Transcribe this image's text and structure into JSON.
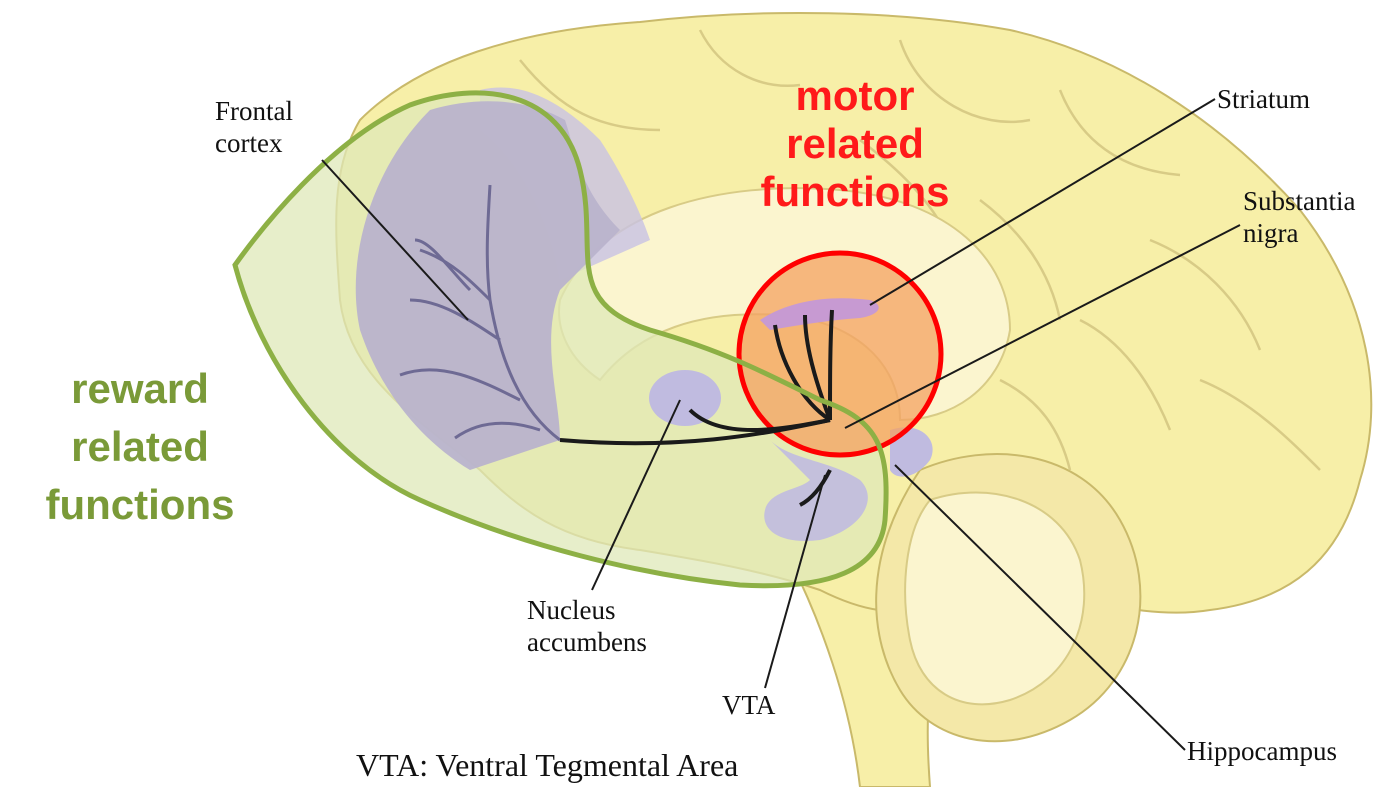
{
  "labels": {
    "frontal_cortex": [
      "Frontal",
      "cortex"
    ],
    "striatum": "Striatum",
    "substantia_nigra": [
      "Substantia",
      "nigra"
    ],
    "nucleus_accumbens": [
      "Nucleus",
      "accumbens"
    ],
    "vta": "VTA",
    "hippocampus": "Hippocampus"
  },
  "callouts": {
    "motor": [
      "motor",
      "related",
      "functions"
    ],
    "reward": [
      "reward",
      "related",
      "functions"
    ]
  },
  "caption": "VTA: Ventral Tegmental Area",
  "colors": {
    "brain": "#f7efa8",
    "brain_outline": "#c9b96a",
    "frontal": "#b9b3cc",
    "limbic": "#c8c2e4",
    "motor_circle": "#ff0000",
    "motor_fill": "#f4a261",
    "reward_outline": "#8db045",
    "reward_fill": "#dfe8b8",
    "motor_text": "#ff1a1a",
    "reward_text": "#7a9a38"
  }
}
